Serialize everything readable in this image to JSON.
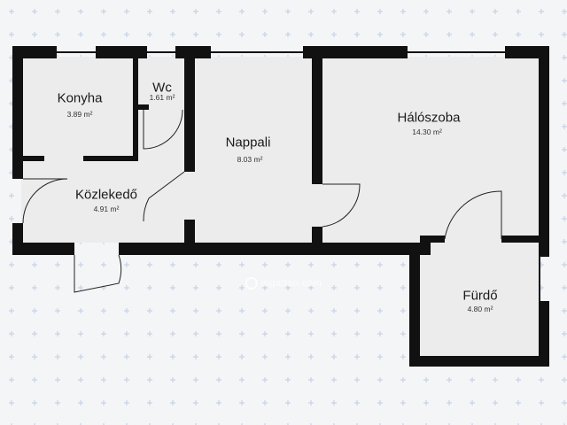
{
  "colors": {
    "background": "#f4f5f7",
    "floor": "#eeeeee",
    "wall": "#111111",
    "grid_marker": "#c7d3e4"
  },
  "rooms": [
    {
      "id": "konyha",
      "name": "Konyha",
      "area": "3.89 m²"
    },
    {
      "id": "wc",
      "name": "Wc",
      "area": "1.61 m²"
    },
    {
      "id": "nappali",
      "name": "Nappali",
      "area": "8.03 m²"
    },
    {
      "id": "haloszoba",
      "name": "Hálószoba",
      "area": "14.30 m²"
    },
    {
      "id": "kozlekedo",
      "name": "Közlekedő",
      "area": "4.91 m²"
    },
    {
      "id": "furdo",
      "name": "Fürdő",
      "area": "4.80 m²"
    }
  ],
  "watermark": {
    "brand": "ingatlan.com",
    "icon": "brand-logo-icon"
  }
}
